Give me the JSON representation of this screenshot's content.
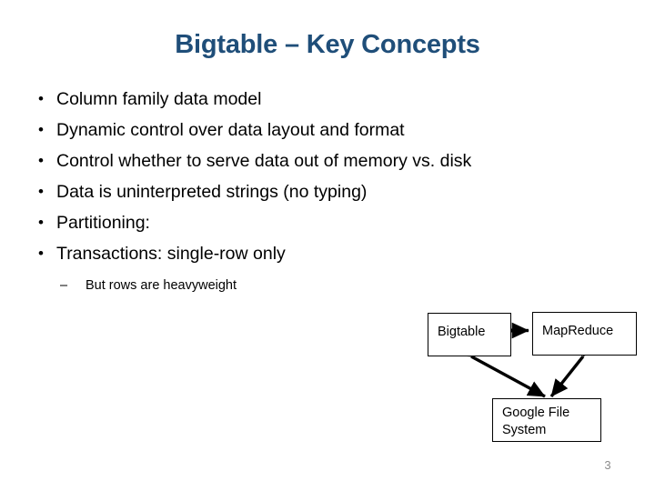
{
  "slide": {
    "title": "Bigtable – Key Concepts",
    "title_color": "#1F4E79",
    "background_color": "#FFFFFF",
    "page_number": "3"
  },
  "bullets": [
    {
      "marker": "•",
      "text": "Column family data model"
    },
    {
      "marker": "•",
      "text": "Dynamic control over data layout and format"
    },
    {
      "marker": "•",
      "text": "Control whether to serve data out of memory vs. disk"
    },
    {
      "marker": "•",
      "text": "Data is uninterpreted strings (no typing)"
    },
    {
      "marker": "•",
      "text": "Partitioning:"
    },
    {
      "marker": "•",
      "text": "Transactions: single-row only"
    }
  ],
  "sub_bullets": [
    {
      "marker": "–",
      "text": "But rows are heavyweight"
    }
  ],
  "diagram": {
    "stroke_color": "#000000",
    "boxes": [
      {
        "id": "bigtable",
        "label": "Bigtable"
      },
      {
        "id": "mapreduce",
        "label": "MapReduce"
      },
      {
        "id": "gfs",
        "label": "Google File\nSystem"
      }
    ],
    "connections": [
      {
        "from": "Bigtable",
        "to": "MapReduce",
        "style": "double-headed-arrow",
        "orientation": "horizontal"
      },
      {
        "from": "Bigtable",
        "to": "Google File System",
        "style": "double-headed-arrow",
        "orientation": "diagonal"
      },
      {
        "from": "MapReduce",
        "to": "Google File System",
        "style": "double-headed-arrow",
        "orientation": "diagonal"
      }
    ]
  }
}
